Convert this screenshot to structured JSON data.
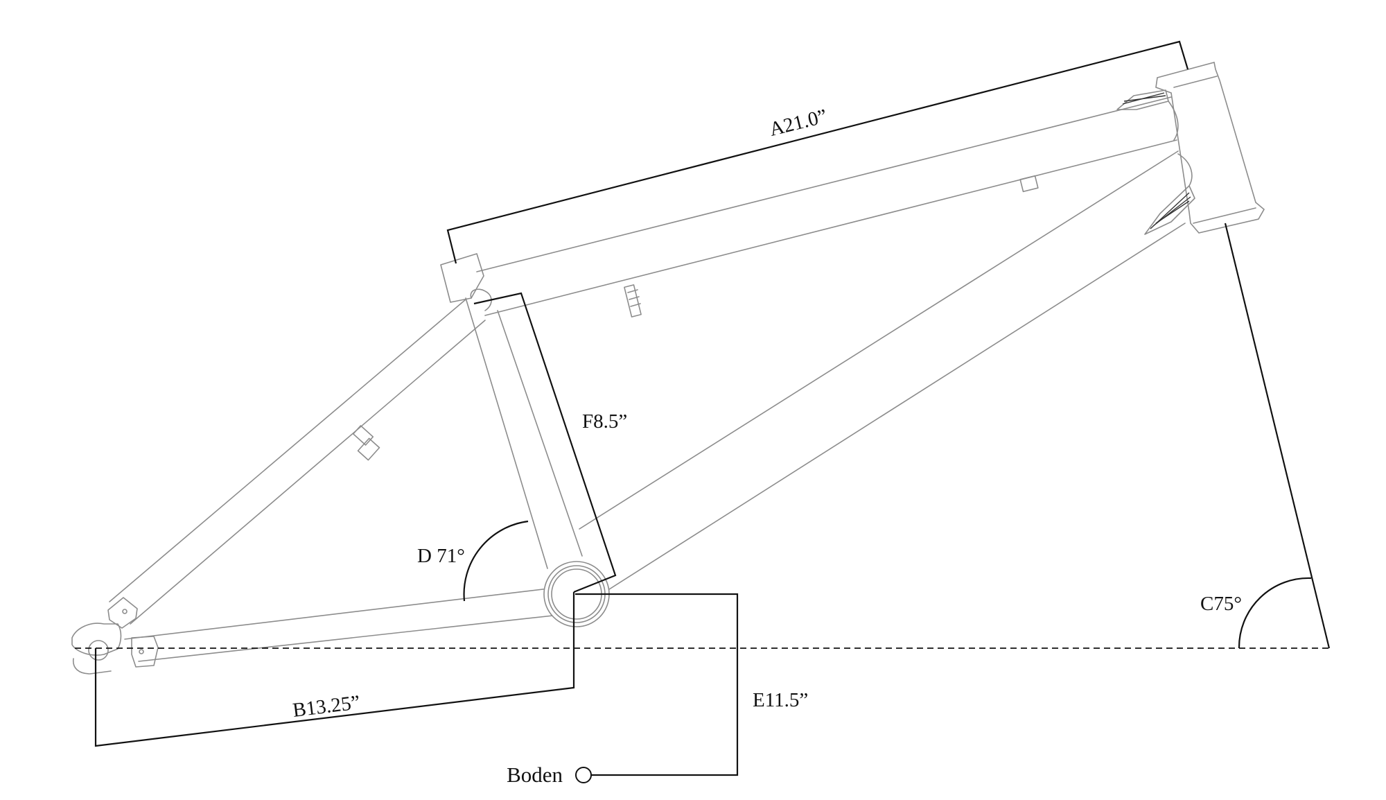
{
  "diagram": {
    "dimensions": {
      "a": "A21.0”",
      "b": "B13.25”",
      "c": "C75°",
      "d": "D 71°",
      "e": "E11.5”",
      "f": "F8.5”"
    },
    "ground_label": "Boden"
  }
}
